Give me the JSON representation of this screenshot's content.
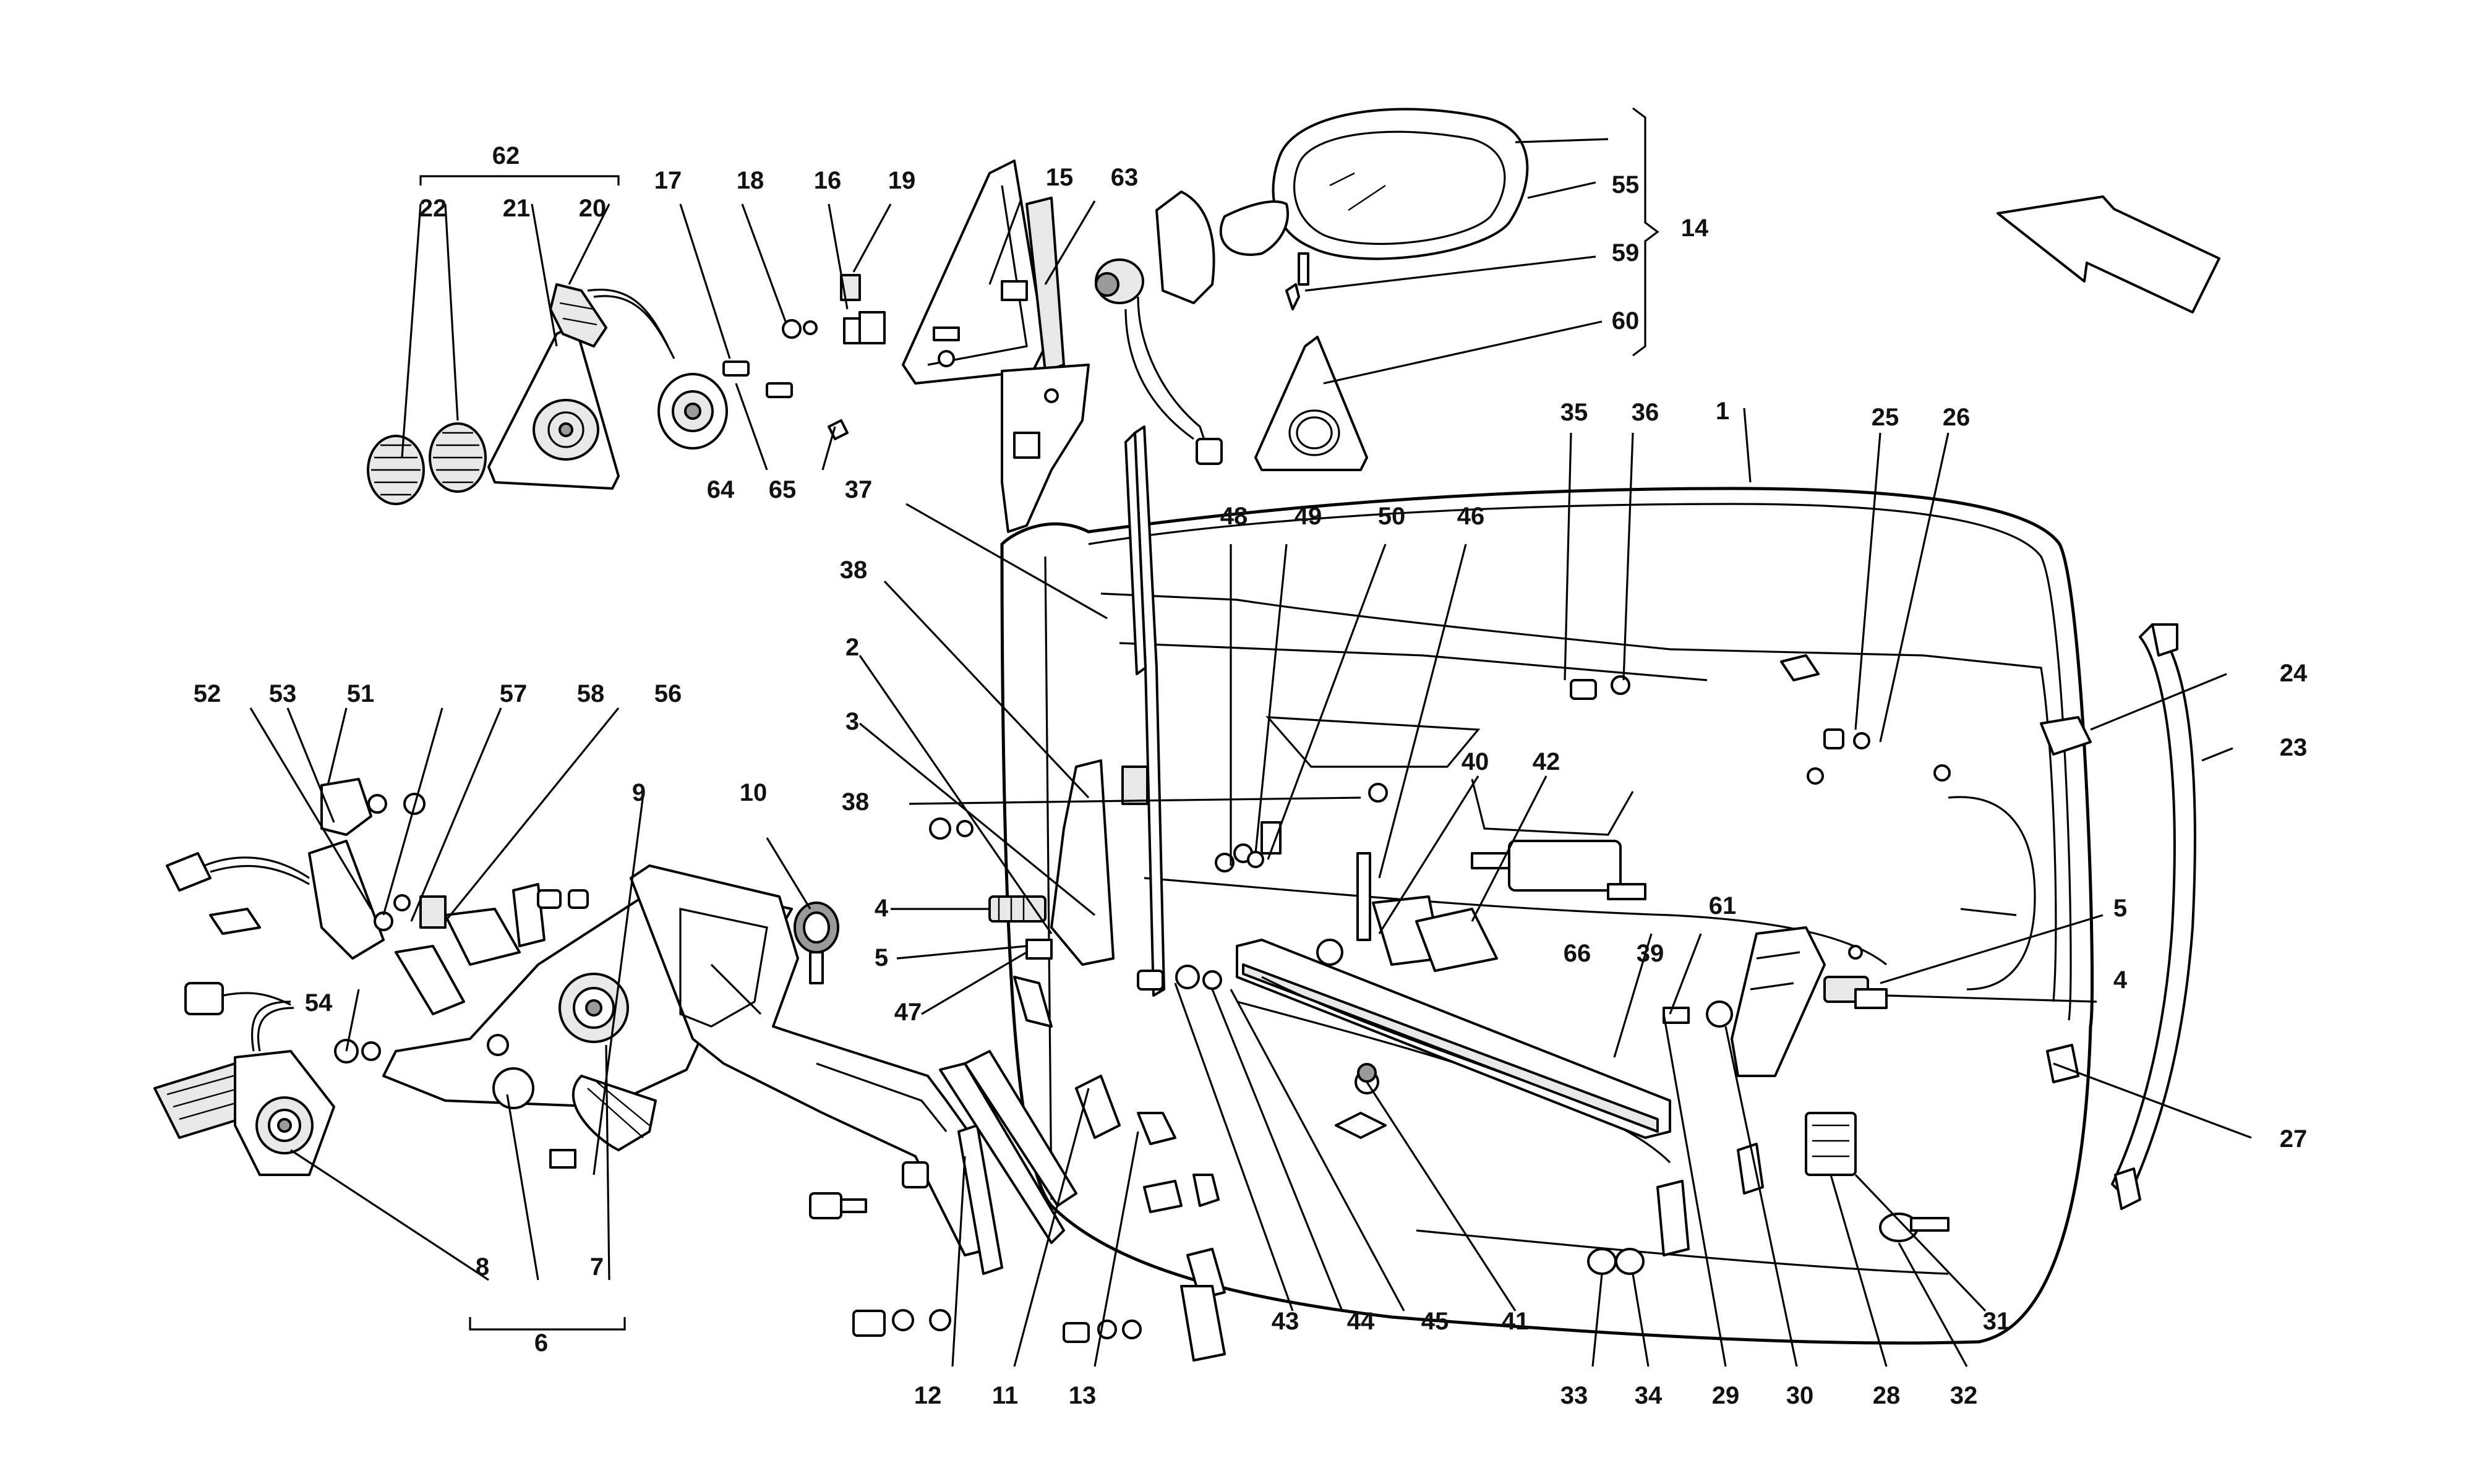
{
  "diagram": {
    "arrow_label": "",
    "callouts": [
      {
        "id": "c62",
        "text": "62"
      },
      {
        "id": "c22",
        "text": "22"
      },
      {
        "id": "c21",
        "text": "21"
      },
      {
        "id": "c20",
        "text": "20"
      },
      {
        "id": "c17",
        "text": "17"
      },
      {
        "id": "c18",
        "text": "18"
      },
      {
        "id": "c16",
        "text": "16"
      },
      {
        "id": "c19",
        "text": "19"
      },
      {
        "id": "c15",
        "text": "15"
      },
      {
        "id": "c63",
        "text": "63"
      },
      {
        "id": "c55",
        "text": "55"
      },
      {
        "id": "c14",
        "text": "14"
      },
      {
        "id": "c59",
        "text": "59"
      },
      {
        "id": "c60",
        "text": "60"
      },
      {
        "id": "c64",
        "text": "64"
      },
      {
        "id": "c65",
        "text": "65"
      },
      {
        "id": "c37",
        "text": "37"
      },
      {
        "id": "c38a",
        "text": "38"
      },
      {
        "id": "c2",
        "text": "2"
      },
      {
        "id": "c3",
        "text": "3"
      },
      {
        "id": "c38b",
        "text": "38"
      },
      {
        "id": "c48",
        "text": "48"
      },
      {
        "id": "c49",
        "text": "49"
      },
      {
        "id": "c50",
        "text": "50"
      },
      {
        "id": "c46",
        "text": "46"
      },
      {
        "id": "c35",
        "text": "35"
      },
      {
        "id": "c36",
        "text": "36"
      },
      {
        "id": "c1",
        "text": "1"
      },
      {
        "id": "c25",
        "text": "25"
      },
      {
        "id": "c26",
        "text": "26"
      },
      {
        "id": "c24",
        "text": "24"
      },
      {
        "id": "c23",
        "text": "23"
      },
      {
        "id": "c52",
        "text": "52"
      },
      {
        "id": "c53",
        "text": "53"
      },
      {
        "id": "c51",
        "text": "51"
      },
      {
        "id": "c57",
        "text": "57"
      },
      {
        "id": "c58",
        "text": "58"
      },
      {
        "id": "c56",
        "text": "56"
      },
      {
        "id": "c9",
        "text": "9"
      },
      {
        "id": "c10",
        "text": "10"
      },
      {
        "id": "c40",
        "text": "40"
      },
      {
        "id": "c42",
        "text": "42"
      },
      {
        "id": "c4a",
        "text": "4"
      },
      {
        "id": "c5a",
        "text": "5"
      },
      {
        "id": "c47",
        "text": "47"
      },
      {
        "id": "c66",
        "text": "66"
      },
      {
        "id": "c39",
        "text": "39"
      },
      {
        "id": "c61",
        "text": "61"
      },
      {
        "id": "c5b",
        "text": "5"
      },
      {
        "id": "c4b",
        "text": "4"
      },
      {
        "id": "c54",
        "text": "54"
      },
      {
        "id": "c27",
        "text": "27"
      },
      {
        "id": "c8",
        "text": "8"
      },
      {
        "id": "c7",
        "text": "7"
      },
      {
        "id": "c6",
        "text": "6"
      },
      {
        "id": "c43",
        "text": "43"
      },
      {
        "id": "c44",
        "text": "44"
      },
      {
        "id": "c45",
        "text": "45"
      },
      {
        "id": "c41",
        "text": "41"
      },
      {
        "id": "c31",
        "text": "31"
      },
      {
        "id": "c12",
        "text": "12"
      },
      {
        "id": "c11",
        "text": "11"
      },
      {
        "id": "c13",
        "text": "13"
      },
      {
        "id": "c33",
        "text": "33"
      },
      {
        "id": "c34",
        "text": "34"
      },
      {
        "id": "c29",
        "text": "29"
      },
      {
        "id": "c30",
        "text": "30"
      },
      {
        "id": "c28",
        "text": "28"
      },
      {
        "id": "c32",
        "text": "32"
      }
    ]
  }
}
